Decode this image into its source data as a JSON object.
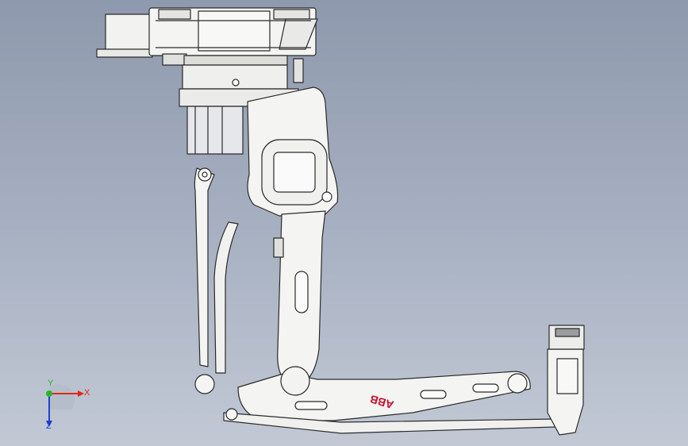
{
  "viewport": {
    "background_top": "#8e99ad",
    "background_bottom": "#c2c9d5",
    "model": {
      "brand_text": "ABB",
      "brand_color": "#c8102e",
      "body_color": "#f4f4f2",
      "edge_color": "#2a2a2a",
      "shade_color": "#d6d8dc"
    },
    "triad": {
      "x_label": "X",
      "y_label": "Y",
      "z_label": "Z",
      "x_color": "#e0271a",
      "y_color": "#2fb32a",
      "z_color": "#1e3fd0"
    }
  }
}
